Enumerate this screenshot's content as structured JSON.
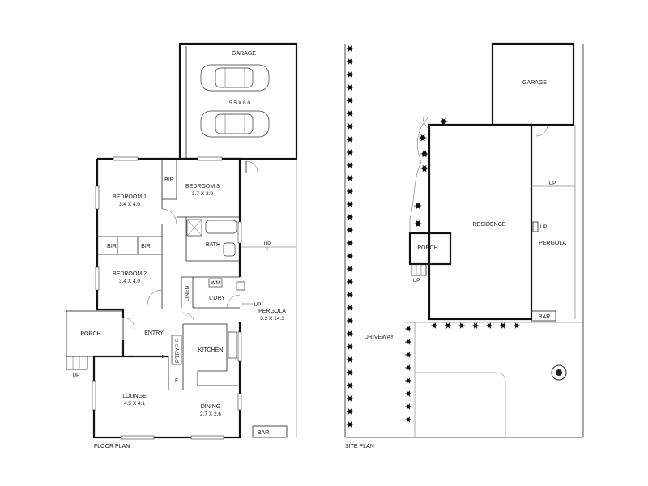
{
  "floor_plan": {
    "caption": "FLOOR PLAN",
    "rooms": {
      "garage": {
        "name": "GARAGE",
        "dims": "5.5 X 6.0"
      },
      "bedroom1": {
        "name": "BEDROOM 1",
        "dims": "3.4 X 4.0"
      },
      "bedroom2": {
        "name": "BEDROOM 2",
        "dims": "3.4 X 4.0"
      },
      "bedroom3": {
        "name": "BEDROOM 3",
        "dims": "3.7 X 2.9"
      },
      "bath": {
        "name": "BATH"
      },
      "bir_top": {
        "name": "BIR"
      },
      "bir_left": {
        "name": "BIR"
      },
      "bir_right": {
        "name": "BIR"
      },
      "wm": {
        "name": "WM"
      },
      "linen": {
        "name": "LINEN"
      },
      "laundry": {
        "name": "L'DRY"
      },
      "pergola": {
        "name": "PERGOLA",
        "dims": "3.2 X 14.3"
      },
      "porch": {
        "name": "PORCH"
      },
      "entry": {
        "name": "ENTRY"
      },
      "kitchen": {
        "name": "KITCHEN"
      },
      "pantry": {
        "name": "P'TRY"
      },
      "fridge": {
        "name": "F"
      },
      "lounge": {
        "name": "LOUNGE",
        "dims": "4.5 X 4.1"
      },
      "dining": {
        "name": "DINING",
        "dims": "2.7 X 2.6"
      },
      "bar": {
        "name": "BAR"
      }
    },
    "markers": {
      "up_pergola_top": "UP",
      "up_laundry": "UP",
      "up_porch": "UP"
    }
  },
  "site_plan": {
    "caption": "SITE PLAN",
    "labels": {
      "garage": "GARAGE",
      "residence": "RESIDENCE",
      "porch": "PORCH",
      "pergola": "PERGOLA",
      "bar": "BAR",
      "driveway": "DRIVEWAY"
    },
    "markers": {
      "up_right": "UP",
      "up_pergola": "UP",
      "up_porch": "UP"
    }
  }
}
